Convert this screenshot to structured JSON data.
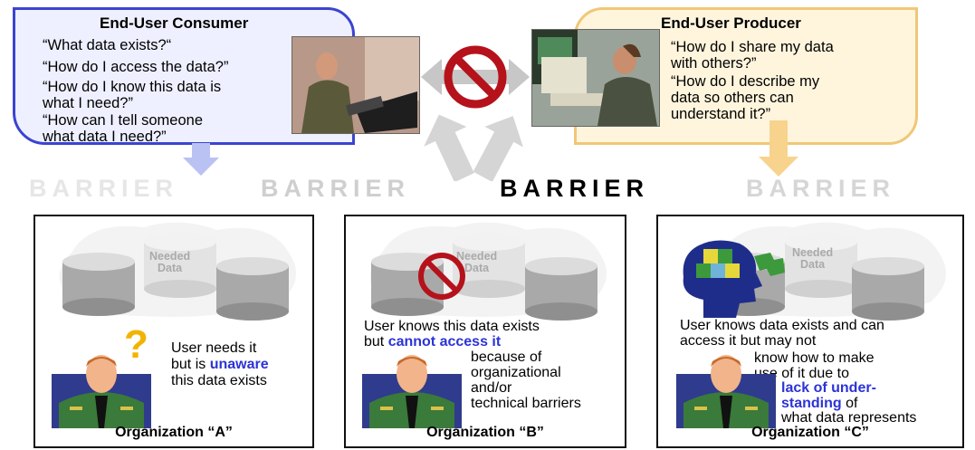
{
  "consumer": {
    "title": "End-User Consumer",
    "questions": [
      "“What data exists?“",
      "“How do I access the data?”",
      "“How do I know this data is\nwhat  I need?”",
      "“How can I tell someone\nwhat data I need?”"
    ]
  },
  "producer": {
    "title": "End-User Producer",
    "questions": [
      "“How do I  share my data\nwith others?”",
      "“How do I describe my\ndata so others can\nunderstand it?”"
    ]
  },
  "barriers": [
    "BARRIER",
    "BARRIER",
    "BARRIER",
    "BARRIER"
  ],
  "needed_data_label": "Needed\nData",
  "org_a": {
    "title": "Organization “A”",
    "text_1": "User needs it",
    "text_2a": "but  is ",
    "text_2b": "unaware",
    "text_3": "this data exists",
    "question_mark": "?"
  },
  "org_b": {
    "title": "Organization “B”",
    "text_1": "User knows this data exists",
    "text_2a": "but ",
    "text_2b": "cannot access it",
    "text_3": "because of\norganizational\nand/or\ntechnical barriers"
  },
  "org_c": {
    "title": "Organization “C”",
    "text_1": "User knows data exists and can\naccess it but may not",
    "text_2": "know how to make\nuse of it due to",
    "text_3": "lack of under-\nstanding",
    "text_4": " of",
    "text_5": "what data represents"
  },
  "colors": {
    "consumer_border": "#3b44d0",
    "producer_border": "#f0c777",
    "highlight": "#2c33d6",
    "no_sign": "#b5121b"
  }
}
